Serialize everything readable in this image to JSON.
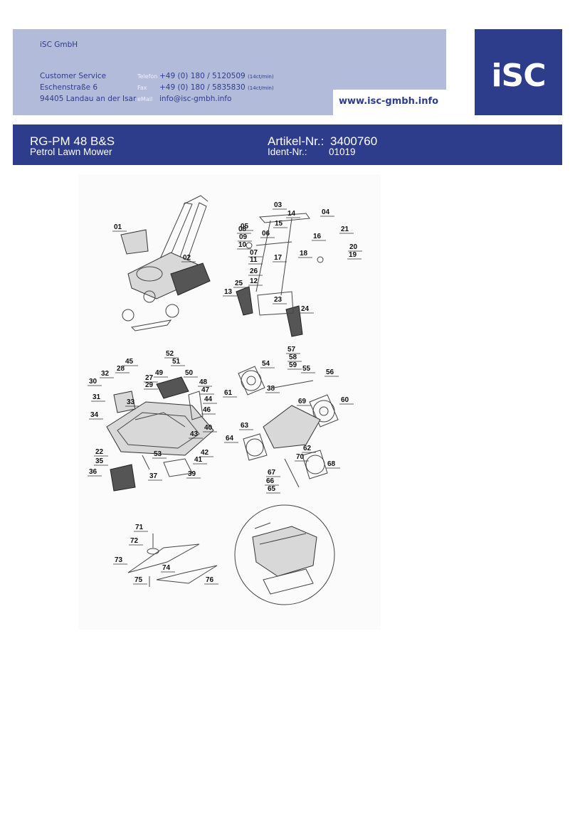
{
  "company": {
    "name": "iSC GmbH",
    "department": "Customer Service",
    "street": "Eschenstraße 6",
    "city": "94405 Landau an der Isar",
    "phone_label": "Telefon",
    "phone": "+49 (0) 180 / 5120509",
    "phone_rate": "(14ct/min)",
    "fax_label": "Fax",
    "fax": "+49 (0) 180 / 5835830",
    "fax_rate": "(14ct/min)",
    "email_label": "eMail",
    "email": "info@isc-gmbh.info",
    "website": "www.isc-gmbh.info",
    "logo": "iSC"
  },
  "product": {
    "model": "RG-PM 48 B&S",
    "description": "Petrol Lawn Mower",
    "article_label": "Artikel-Nr.:",
    "article_no": "3400760",
    "ident_label": "Ident-Nr.:",
    "ident_no": "01019"
  },
  "diagram": {
    "part_numbers": [
      "01",
      "02",
      "03",
      "04",
      "05",
      "06",
      "07",
      "08",
      "09",
      "10",
      "11",
      "12",
      "13",
      "14",
      "15",
      "16",
      "17",
      "18",
      "19",
      "20",
      "21",
      "22",
      "23",
      "24",
      "25",
      "26",
      "27",
      "28",
      "29",
      "30",
      "31",
      "32",
      "33",
      "34",
      "35",
      "36",
      "37",
      "38",
      "39",
      "40",
      "41",
      "42",
      "43",
      "44",
      "45",
      "46",
      "47",
      "48",
      "49",
      "50",
      "51",
      "52",
      "53",
      "54",
      "55",
      "56",
      "57",
      "58",
      "59",
      "60",
      "61",
      "62",
      "63",
      "64",
      "65",
      "66",
      "67",
      "68",
      "69",
      "70",
      "71",
      "72",
      "73",
      "74",
      "75",
      "76"
    ]
  }
}
